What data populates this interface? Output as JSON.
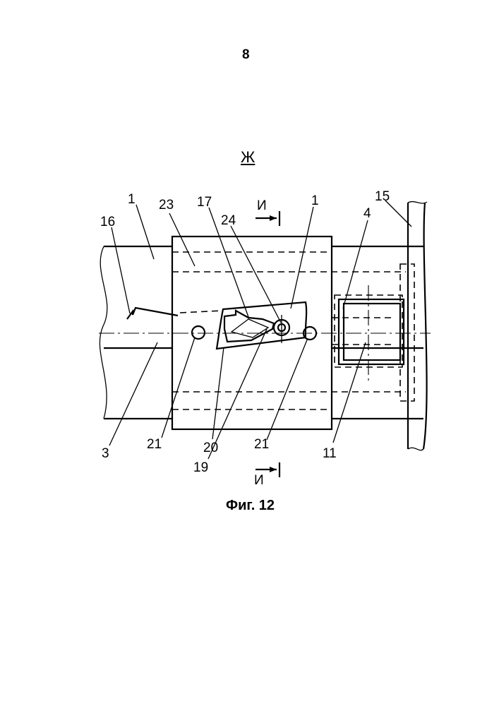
{
  "page_number": "8",
  "view_label": "Ж",
  "figure_caption": "Фиг. 12",
  "section_marker_top": "И",
  "section_marker_bottom": "И",
  "labels": {
    "l1_left": "1",
    "l1_right": "1",
    "l3": "3",
    "l4": "4",
    "l11": "11",
    "l15": "15",
    "l16": "16",
    "l17": "17",
    "l19": "19",
    "l20": "20",
    "l21_left": "21",
    "l21_right": "21",
    "l23": "23",
    "l24": "24"
  }
}
